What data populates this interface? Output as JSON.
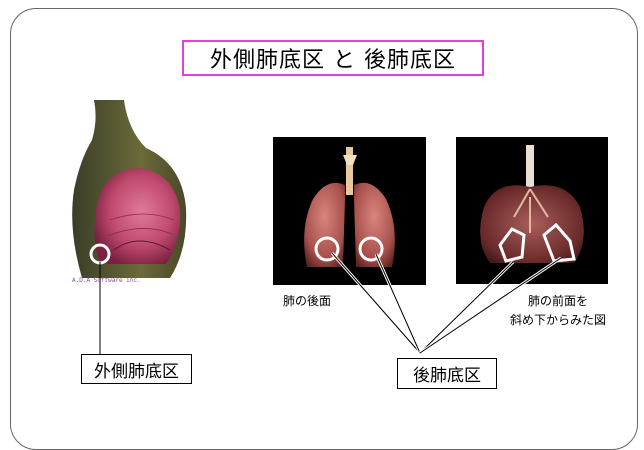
{
  "title": "外側肺底区 と 後肺底区",
  "figures": {
    "lateral": {
      "credit": "A.D.A   Software inc.",
      "label": "外側肺底区"
    },
    "posterior_view": {
      "caption": "肺の後面"
    },
    "anterior_oblique_view": {
      "caption_line1": "肺の前面を",
      "caption_line2": "斜め下からみた図"
    },
    "posterior_label": "後肺底区"
  },
  "colors": {
    "title_border": "#e040e0",
    "frame": "#666666",
    "highlight": "#ffffff"
  }
}
